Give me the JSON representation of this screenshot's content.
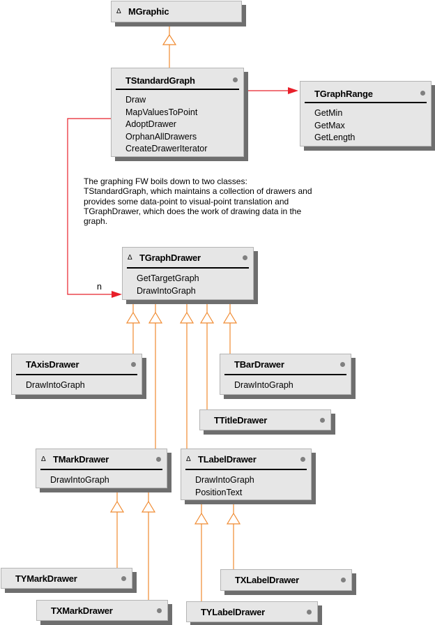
{
  "diagram": {
    "type": "class-diagram",
    "colors": {
      "inheritance_line": "#f08a30",
      "association_line": "#e8202a",
      "box_fill": "#e6e6e6",
      "box_shadow": "#6e6e6e"
    },
    "classes": {
      "mgraphic": {
        "name": "MGraphic",
        "abstract": true,
        "operations": []
      },
      "tstandardgraph": {
        "name": "TStandardGraph",
        "abstract": false,
        "operations": [
          "Draw",
          "MapValuesToPoint",
          "AdoptDrawer",
          "OrphanAllDrawers",
          "CreateDrawerIterator"
        ]
      },
      "tgraphrange": {
        "name": "TGraphRange",
        "abstract": false,
        "operations": [
          "GetMin",
          "GetMax",
          "GetLength"
        ]
      },
      "tgraphdrawer": {
        "name": "TGraphDrawer",
        "abstract": true,
        "operations": [
          "GetTargetGraph",
          "DrawIntoGraph"
        ]
      },
      "taxisdrawer": {
        "name": "TAxisDrawer",
        "abstract": false,
        "operations": [
          "DrawIntoGraph"
        ]
      },
      "tbardrawer": {
        "name": "TBarDrawer",
        "abstract": false,
        "operations": [
          "DrawIntoGraph"
        ]
      },
      "ttitledrawer": {
        "name": "TTitleDrawer",
        "abstract": false,
        "operations": []
      },
      "tmarkdrawer": {
        "name": "TMarkDrawer",
        "abstract": true,
        "operations": [
          "DrawIntoGraph"
        ]
      },
      "tlabeldrawer": {
        "name": "TLabelDrawer",
        "abstract": true,
        "operations": [
          "DrawIntoGraph",
          "PositionText"
        ]
      },
      "tymarkdrawer": {
        "name": "TYMarkDrawer",
        "abstract": false,
        "operations": []
      },
      "txmarkdrawer": {
        "name": "TXMarkDrawer",
        "abstract": false,
        "operations": []
      },
      "txlabeldrawer": {
        "name": "TXLabelDrawer",
        "abstract": false,
        "operations": []
      },
      "tylabeldrawer": {
        "name": "TYLabelDrawer",
        "abstract": false,
        "operations": []
      }
    },
    "abstract_marker": "Δ",
    "note": "The graphing FW boils down to two classes: TStandardGraph, which maintains a collection of drawers and provides some data-point to visual-point translation and TGraphDrawer, which does the work of drawing data in the graph.",
    "associations": [
      {
        "from": "TStandardGraph",
        "to": "TGraphRange",
        "multiplicity": ""
      },
      {
        "from": "TStandardGraph",
        "to": "TGraphDrawer",
        "multiplicity": "n"
      }
    ],
    "inheritance": [
      {
        "child": "TStandardGraph",
        "parent": "MGraphic"
      },
      {
        "child": "TAxisDrawer",
        "parent": "TGraphDrawer"
      },
      {
        "child": "TMarkDrawer",
        "parent": "TGraphDrawer"
      },
      {
        "child": "TLabelDrawer",
        "parent": "TGraphDrawer"
      },
      {
        "child": "TTitleDrawer",
        "parent": "TGraphDrawer"
      },
      {
        "child": "TBarDrawer",
        "parent": "TGraphDrawer"
      },
      {
        "child": "TYMarkDrawer",
        "parent": "TMarkDrawer"
      },
      {
        "child": "TXMarkDrawer",
        "parent": "TMarkDrawer"
      },
      {
        "child": "TYLabelDrawer",
        "parent": "TLabelDrawer"
      },
      {
        "child": "TXLabelDrawer",
        "parent": "TLabelDrawer"
      }
    ]
  }
}
